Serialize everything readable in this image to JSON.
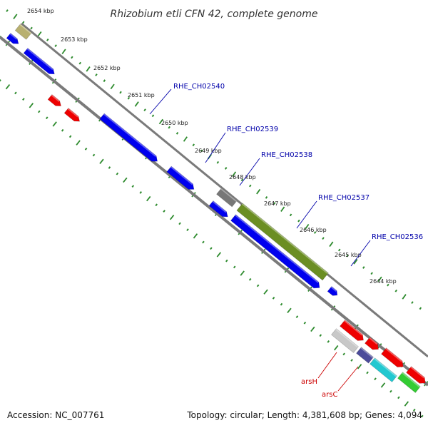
{
  "title": "Rhizobium etli CFN 42, complete genome",
  "footer": {
    "accession": "Accession: NC_007761",
    "summary": "Topology: circular; Length: 4,381,608 bp; Genes: 4,094"
  },
  "colors": {
    "backbone": "#7a7a7a",
    "tick": "#2e8b2e",
    "blue": "#0000ee",
    "red": "#ee0000",
    "olive": "#6b8e23",
    "khaki": "#b8b070",
    "gray": "#777777",
    "lightgray": "#c8c8c8",
    "slate": "#4b4b9a",
    "cyan": "#22c8d0",
    "green": "#33cc33",
    "label_blue": "#0000aa",
    "label_red": "#cc0000"
  },
  "scale_labels": [
    "2654 kbp",
    "2653 kbp",
    "2652 kbp",
    "2651 kbp",
    "2650 kbp",
    "2649 kbp",
    "2648 kbp",
    "2647 kbp",
    "2646 kbp",
    "2645 kbp",
    "2644 kbp"
  ],
  "gene_labels": [
    {
      "text": "RHE_CH02540",
      "color": "label_blue"
    },
    {
      "text": "RHE_CH02539",
      "color": "label_blue"
    },
    {
      "text": "RHE_CH02538",
      "color": "label_blue"
    },
    {
      "text": "RHE_CH02537",
      "color": "label_blue"
    },
    {
      "text": "RHE_CH02536",
      "color": "label_blue"
    },
    {
      "text": "arsH",
      "color": "label_red"
    },
    {
      "text": "arsC",
      "color": "label_red"
    }
  ]
}
